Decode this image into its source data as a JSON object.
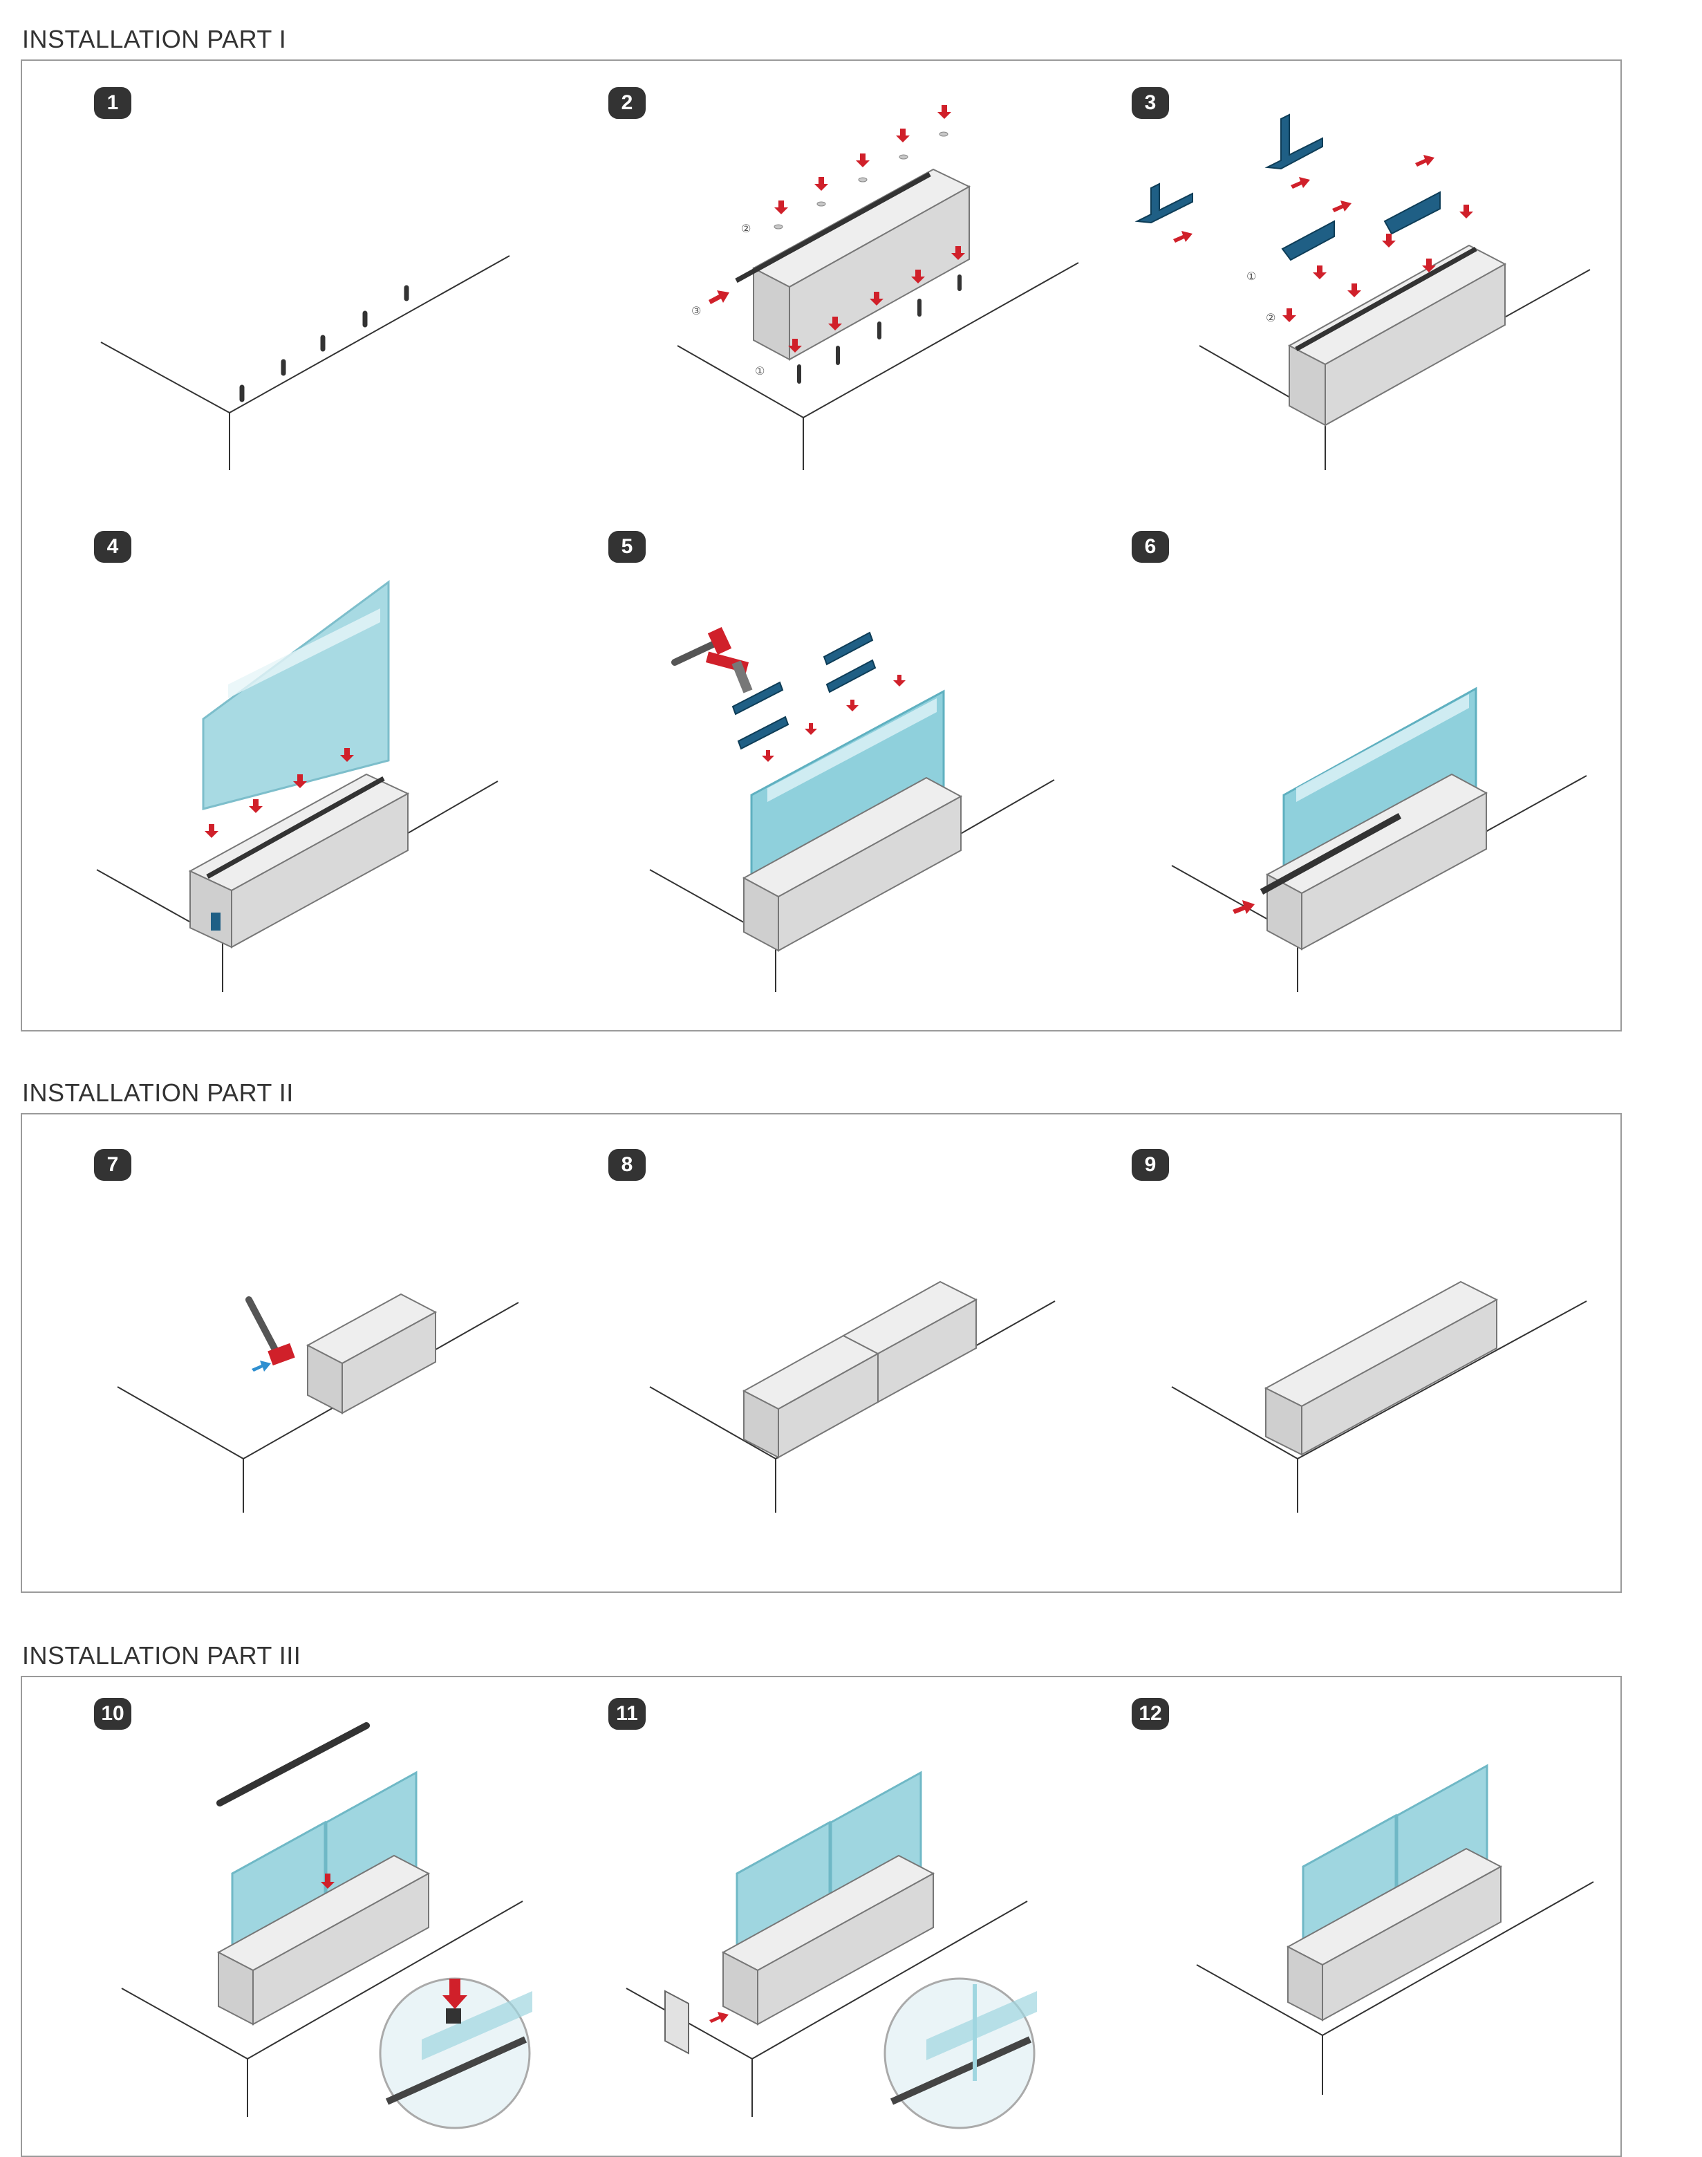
{
  "sections": [
    {
      "title": "INSTALLATION PART I",
      "steps": [
        {
          "number": "1",
          "scene": "stud-bolts"
        },
        {
          "number": "2",
          "scene": "profile-mount"
        },
        {
          "number": "3",
          "scene": "wedge-inserts"
        },
        {
          "number": "4",
          "scene": "glass-insert"
        },
        {
          "number": "5",
          "scene": "glass-tighten"
        },
        {
          "number": "6",
          "scene": "gasket-insert"
        }
      ]
    },
    {
      "title": "INSTALLATION PART II",
      "steps": [
        {
          "number": "7",
          "scene": "connector-hammer"
        },
        {
          "number": "8",
          "scene": "profile-join"
        },
        {
          "number": "9",
          "scene": "profile-joined"
        }
      ]
    },
    {
      "title": "INSTALLATION PART III",
      "steps": [
        {
          "number": "10",
          "scene": "glass-join-detail"
        },
        {
          "number": "11",
          "scene": "end-cap"
        },
        {
          "number": "12",
          "scene": "finished"
        }
      ]
    }
  ],
  "callouts": [
    "①",
    "②",
    "③"
  ],
  "colors": {
    "arrow": "#d0202a",
    "glass": "#8fd0dc",
    "profile": "#d9d9d9",
    "insert": "#1f5f85",
    "line": "#333333",
    "frame": "#9a9a9a",
    "blue_arrow": "#2f8fd0"
  }
}
